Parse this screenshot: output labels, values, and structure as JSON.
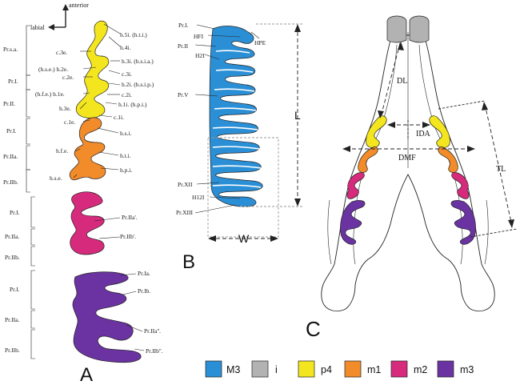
{
  "colors": {
    "M3": "#2b8fd6",
    "i": "#b2b2b2",
    "p4": "#f4e61e",
    "m1": "#f28b2a",
    "m2": "#d62a7c",
    "m3": "#6a33a1"
  },
  "panel_a": {
    "letter": "A",
    "orientation": {
      "anterior": "anterior",
      "labial": "labial"
    },
    "brackets": [
      "Pr.s.a.",
      "Pr.I.",
      "Pr.II.",
      "Pr.I.",
      "Pr.IIa.",
      "Pr.IIb.",
      "Pr.I.",
      "Pr.IIa.",
      "Pr.IIb.",
      "Pr.I.",
      "Pr.IIa.",
      "Pr.IIb."
    ],
    "labels": {
      "h5i": "h.5i. (h.t.i.)",
      "c3e": "c.3e.",
      "h4i": "h.4i.",
      "hse_h2e": "(h.s.e.) h.2e.",
      "h3i": "h.3i. (h.s.i.a.)",
      "c3i": "c.3i.",
      "c2e": "c.2e.",
      "h2i": "h.2i. (h.s.i.p.)",
      "hfe_h1e": "(h.f.e.) h.1e.",
      "c2i": "c.2i.",
      "h3e": "h.3e.",
      "h1i": "h.1i. (h.p.i.)",
      "c1i": "c.1i.",
      "c1e": "c.1e.",
      "hsi": "h.s.i.",
      "hfe": "h.f.e.",
      "hti": "h.t.i.",
      "hpi": "h.p.i.",
      "hse": "h.s.e.",
      "prIIa_p": "Pr.IIa'.",
      "prIIb_p": "Pr.IIb'.",
      "prIa": "Pr.Ia.",
      "prIb": "Pr.Ib.",
      "prIIa_pp": "Pr.IIa''.",
      "prIIb_pp": "Pr.IIb''."
    }
  },
  "panel_b": {
    "letter": "B",
    "labels": {
      "prI": "Pr.I.",
      "hfi": "HFI",
      "hpe": "HPE",
      "prII": "Pr.II",
      "h2i": "H2I",
      "prV": "Pr.V",
      "prXII": "Pr.XII",
      "h12i": "H12I",
      "prXIII": "Pr.XIII"
    },
    "measures": {
      "length": "L",
      "width": "W"
    }
  },
  "panel_c": {
    "letter": "C",
    "measures": {
      "dl": "DL",
      "ida": "IDA",
      "dmf": "DMF",
      "tl": "TL"
    }
  },
  "legend": [
    {
      "key": "M3",
      "label": "M3"
    },
    {
      "key": "i",
      "label": "i"
    },
    {
      "key": "p4",
      "label": "p4"
    },
    {
      "key": "m1",
      "label": "m1"
    },
    {
      "key": "m2",
      "label": "m2"
    },
    {
      "key": "m3",
      "label": "m3"
    }
  ]
}
